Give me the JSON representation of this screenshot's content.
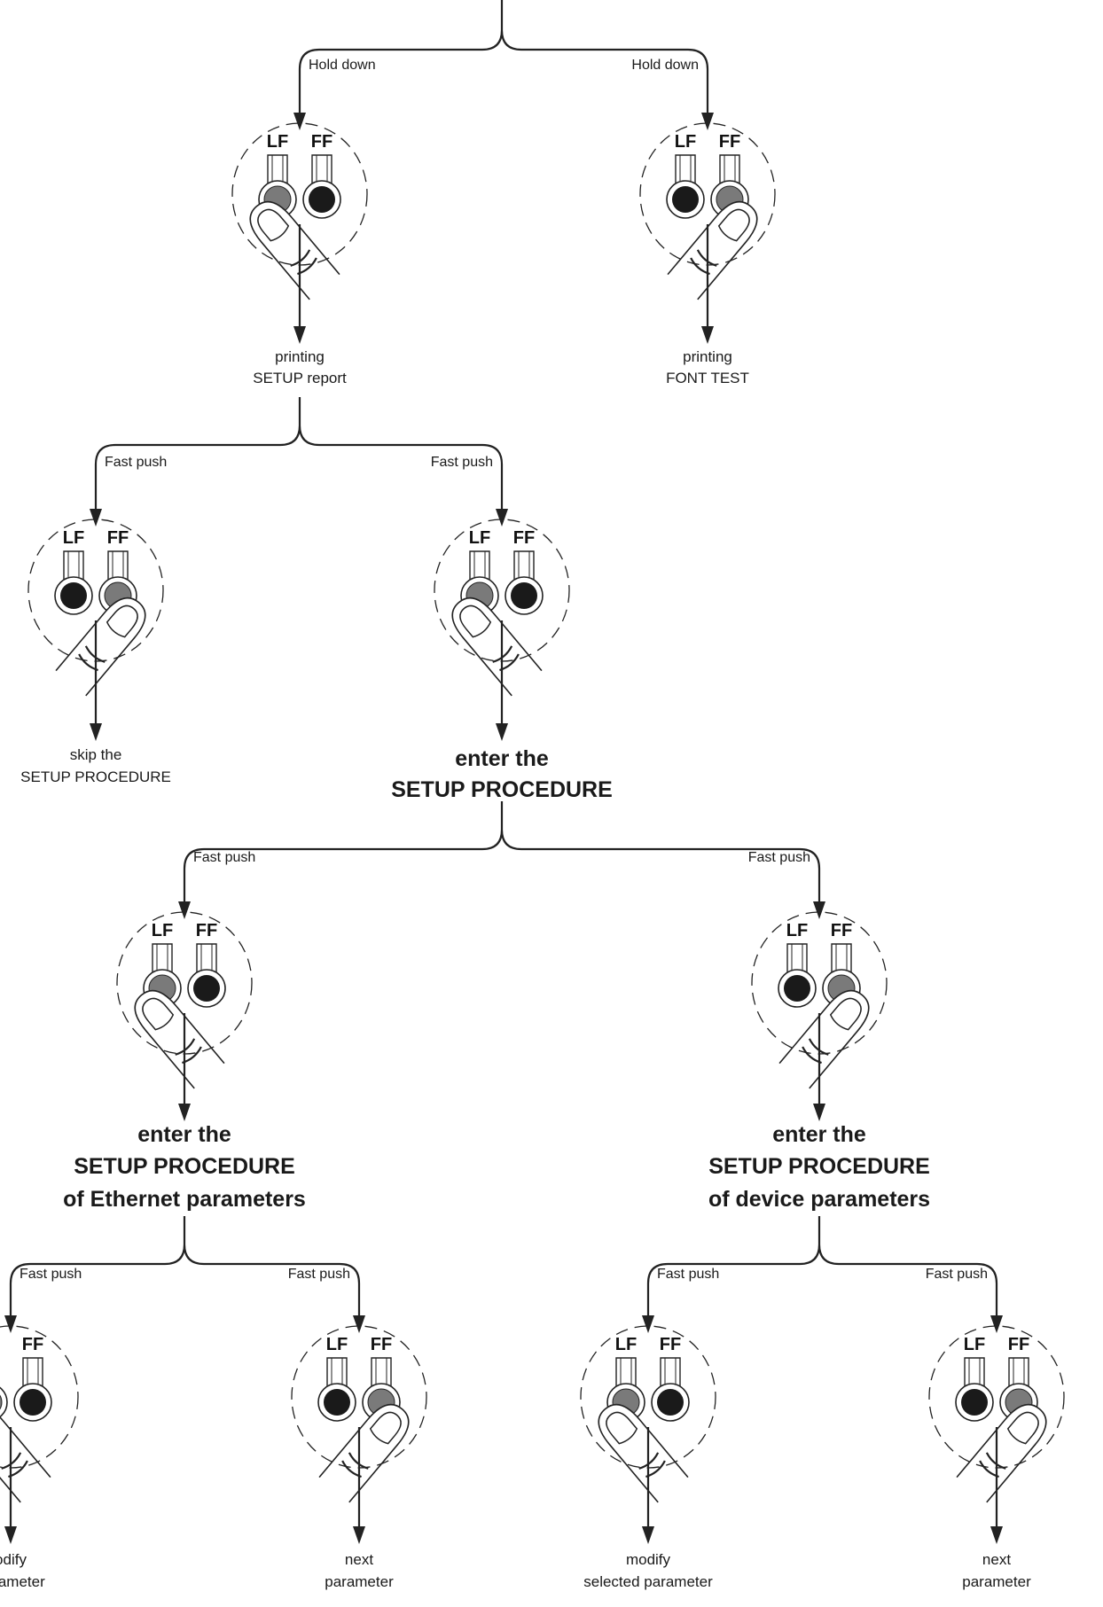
{
  "keys": {
    "left": "LF",
    "right": "FF"
  },
  "labels": {
    "hold_down": "Hold down",
    "fast_push": "Fast push"
  },
  "results": {
    "printing_setup": [
      "printing",
      "SETUP report"
    ],
    "printing_font": [
      "printing",
      "FONT TEST"
    ],
    "skip_setup": [
      "skip the",
      "SETUP PROCEDURE"
    ],
    "enter_setup": [
      "enter the",
      "SETUP PROCEDURE"
    ],
    "enter_ethernet": [
      "enter the",
      "SETUP PROCEDURE",
      "of Ethernet parameters"
    ],
    "enter_device": [
      "enter the",
      "SETUP PROCEDURE",
      "of device parameters"
    ],
    "eth_modify": [
      "odify",
      "parameter"
    ],
    "eth_next": [
      "next",
      "parameter"
    ],
    "dev_modify": [
      "modify",
      "selected parameter"
    ],
    "dev_next": [
      "next",
      "parameter"
    ]
  },
  "nodes": [
    {
      "id": "hold-lf",
      "pressed": "LF",
      "label_key": "hold_down",
      "result": "printing_setup"
    },
    {
      "id": "hold-ff",
      "pressed": "FF",
      "label_key": "hold_down",
      "result": "printing_font"
    },
    {
      "id": "push-ff-skip",
      "pressed": "FF",
      "label_key": "fast_push",
      "result": "skip_setup"
    },
    {
      "id": "push-lf-enter",
      "pressed": "LF",
      "label_key": "fast_push",
      "result": "enter_setup"
    },
    {
      "id": "push-lf-ethernet",
      "pressed": "LF",
      "label_key": "fast_push",
      "result": "enter_ethernet"
    },
    {
      "id": "push-ff-device",
      "pressed": "FF",
      "label_key": "fast_push",
      "result": "enter_device"
    },
    {
      "id": "push-lf-eth-modify",
      "pressed": "LF",
      "label_key": "fast_push",
      "result": "eth_modify"
    },
    {
      "id": "push-ff-eth-next",
      "pressed": "FF",
      "label_key": "fast_push",
      "result": "eth_next"
    },
    {
      "id": "push-lf-dev-modify",
      "pressed": "LF",
      "label_key": "fast_push",
      "result": "dev_modify"
    },
    {
      "id": "push-ff-dev-next",
      "pressed": "FF",
      "label_key": "fast_push",
      "result": "dev_next"
    }
  ],
  "colors": {
    "ink": "#222222",
    "pressed_button": "#7a7a7a",
    "released_button": "#1a1a1a"
  }
}
